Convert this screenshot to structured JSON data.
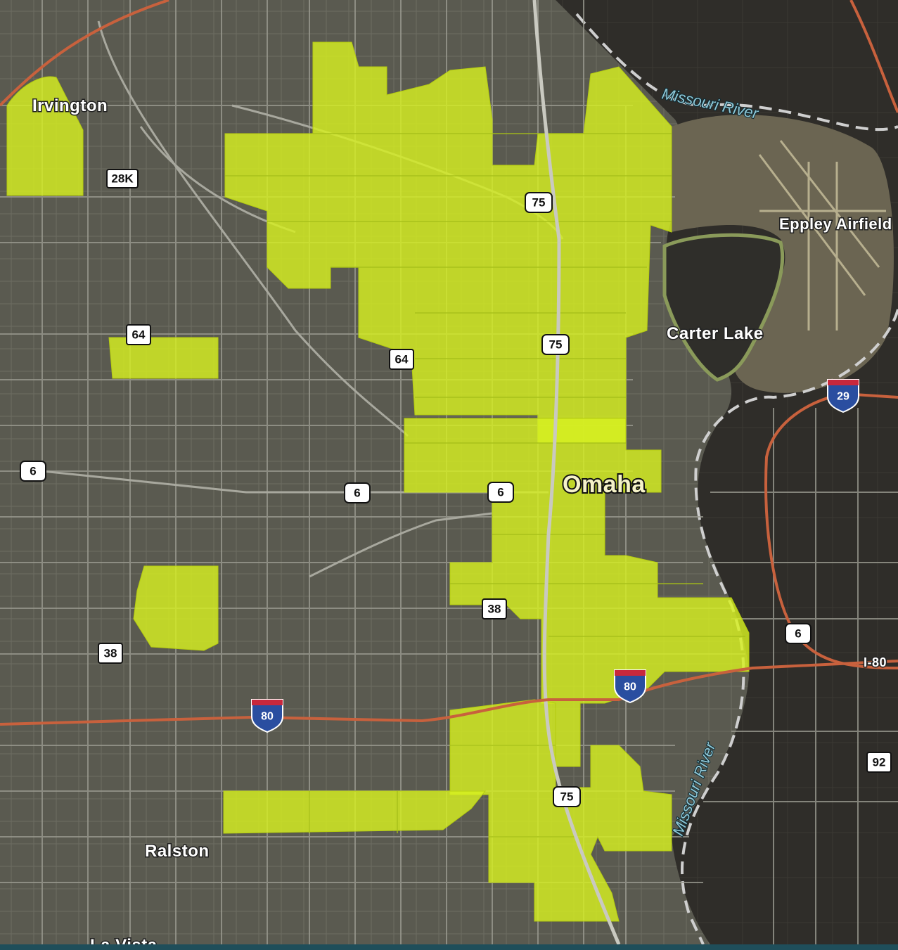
{
  "colors": {
    "land": "#5a5a50",
    "river": "#2d2b28",
    "highlight": "#d7f021",
    "interstate": "#c8613d",
    "road": "#9a9a90"
  },
  "places": {
    "omaha": "Omaha",
    "irvington": "Irvington",
    "carter_lake": "Carter Lake",
    "ralston": "Ralston",
    "la_vista": "La Vista",
    "eppley": "Eppley Airfield"
  },
  "water": {
    "missouri_north": "Missouri River",
    "missouri_south": "Missouri River"
  },
  "interstate_label": "I-80",
  "shields": {
    "hwy28k": "28K",
    "us75_a": "75",
    "us75_b": "75",
    "us75_c": "75",
    "hwy64_a": "64",
    "hwy64_b": "64",
    "us6_a": "6",
    "us6_b": "6",
    "us6_c": "6",
    "us6_d": "6",
    "hwy38_a": "38",
    "hwy38_b": "38",
    "i80_a": "80",
    "i80_b": "80",
    "i29": "29",
    "hwy92": "92"
  }
}
